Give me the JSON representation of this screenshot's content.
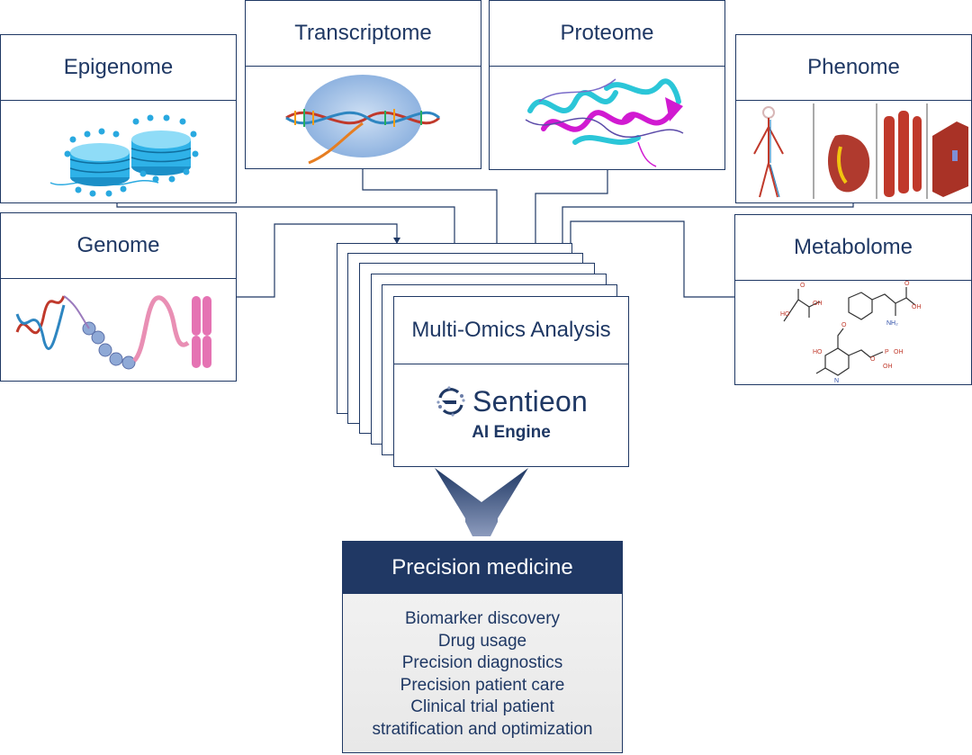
{
  "omics": {
    "epigenome": "Epigenome",
    "transcriptome": "Transcriptome",
    "proteome": "Proteome",
    "phenome": "Phenome",
    "genome": "Genome",
    "metabolome": "Metabolome"
  },
  "analysis": {
    "title": "Multi-Omics Analysis",
    "brand": "Sentieon",
    "engine": "AI Engine"
  },
  "outcome": {
    "title": "Precision medicine",
    "items": [
      "Biomarker discovery",
      "Drug usage",
      "Precision diagnostics",
      "Precision patient care",
      "Clinical trial patient",
      "stratification and optimization"
    ]
  },
  "colors": {
    "navy": "#1f3864",
    "header_fill": "#203864",
    "dna_red": "#c0392b",
    "nucleosome_blue": "#29a9e0",
    "protein_cyan": "#2bc6d8",
    "protein_magenta": "#d11ad1"
  },
  "icons": {
    "brand_logo": "sentieon-logo-icon",
    "arrow": "down-arrow-icon"
  }
}
